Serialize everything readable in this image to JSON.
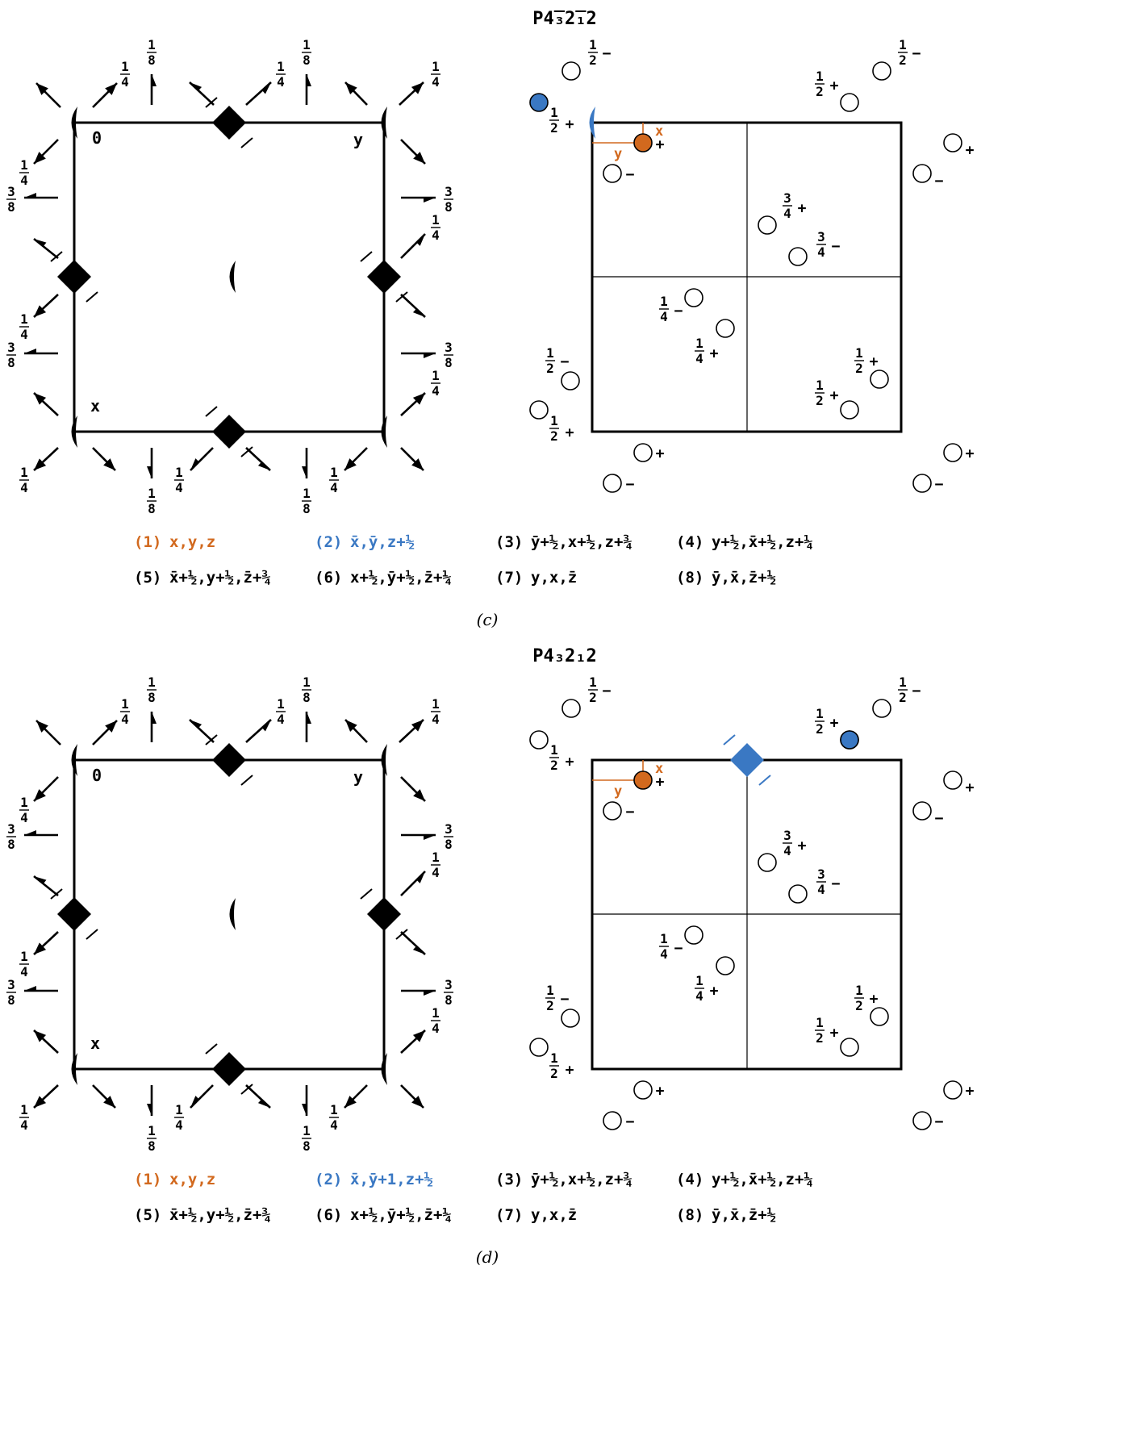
{
  "colors": {
    "ink": "#000000",
    "orange": "#d2691e",
    "blue": "#3a78c3",
    "open": "#ffffff"
  },
  "panels": [
    {
      "id": "c",
      "title": "P4̅₃2̅₁2",
      "caption": "(c)",
      "axes": {
        "origin": "0",
        "y": "y",
        "x": "x"
      },
      "left_fractions": {
        "quarter": "1/4",
        "eighth": "1/8",
        "three_eighths": "3/8"
      },
      "orbit": [
        {
          "height": "1/2",
          "sign": "−"
        },
        {
          "height": "1/2",
          "sign": "−"
        },
        {
          "height": "1/2",
          "sign": "+"
        },
        {
          "height": "1/2",
          "sign": "+"
        },
        {
          "height": "",
          "sign": "+"
        },
        {
          "height": "",
          "sign": "−"
        },
        {
          "height": "3/4",
          "sign": "+"
        },
        {
          "height": "3/4",
          "sign": "−"
        },
        {
          "height": "1/4",
          "sign": "−"
        },
        {
          "height": "1/4",
          "sign": "+"
        },
        {
          "height": "1/2",
          "sign": "−"
        },
        {
          "height": "1/2",
          "sign": "+"
        }
      ],
      "origin_labels": {
        "x": "x",
        "y": "y"
      },
      "highlight_kind": "diad-blue-origin",
      "equivalent_positions": [
        {
          "num": "(1)",
          "expr": "x,y,z",
          "color": "orange"
        },
        {
          "num": "(2)",
          "expr": "x̄,ȳ,z+½",
          "color": "blue"
        },
        {
          "num": "(3)",
          "expr": "ȳ+½,x+½,z+¾",
          "color": "ink"
        },
        {
          "num": "(4)",
          "expr": "y+½,x̄+½,z+¼",
          "color": "ink"
        },
        {
          "num": "(5)",
          "expr": "x̄+½,y+½,z̄+¾",
          "color": "ink"
        },
        {
          "num": "(6)",
          "expr": "x+½,ȳ+½,z̄+¼",
          "color": "ink"
        },
        {
          "num": "(7)",
          "expr": "y,x,z̄",
          "color": "ink"
        },
        {
          "num": "(8)",
          "expr": "ȳ,x̄,z̄+½",
          "color": "ink"
        }
      ]
    },
    {
      "id": "d",
      "title": "P4₃2₁2",
      "caption": "(d)",
      "axes": {
        "origin": "0",
        "y": "y",
        "x": "x"
      },
      "left_fractions": {
        "quarter": "1/4",
        "eighth": "1/8",
        "three_eighths": "3/8"
      },
      "orbit": [
        {
          "height": "1/2",
          "sign": "−"
        },
        {
          "height": "1/2",
          "sign": "−"
        },
        {
          "height": "1/2",
          "sign": "+"
        },
        {
          "height": "1/2",
          "sign": "+"
        },
        {
          "height": "",
          "sign": "+"
        },
        {
          "height": "",
          "sign": "−"
        },
        {
          "height": "3/4",
          "sign": "+"
        },
        {
          "height": "3/4",
          "sign": "−"
        },
        {
          "height": "1/4",
          "sign": "−"
        },
        {
          "height": "1/4",
          "sign": "+"
        },
        {
          "height": "1/2",
          "sign": "−"
        },
        {
          "height": "1/2",
          "sign": "+"
        }
      ],
      "origin_labels": {
        "x": "x",
        "y": "y"
      },
      "highlight_kind": "tetrad-blue-top",
      "equivalent_positions": [
        {
          "num": "(1)",
          "expr": "x,y,z",
          "color": "orange"
        },
        {
          "num": "(2)",
          "expr": "x̄,ȳ+1,z+½",
          "color": "blue"
        },
        {
          "num": "(3)",
          "expr": "ȳ+½,x+½,z+¾",
          "color": "ink"
        },
        {
          "num": "(4)",
          "expr": "y+½,x̄+½,z+¼",
          "color": "ink"
        },
        {
          "num": "(5)",
          "expr": "x̄+½,y+½,z̄+¾",
          "color": "ink"
        },
        {
          "num": "(6)",
          "expr": "x+½,ȳ+½,z̄+¼",
          "color": "ink"
        },
        {
          "num": "(7)",
          "expr": "y,x,z̄",
          "color": "ink"
        },
        {
          "num": "(8)",
          "expr": "ȳ,x̄,z̄+½",
          "color": "ink"
        }
      ]
    }
  ]
}
